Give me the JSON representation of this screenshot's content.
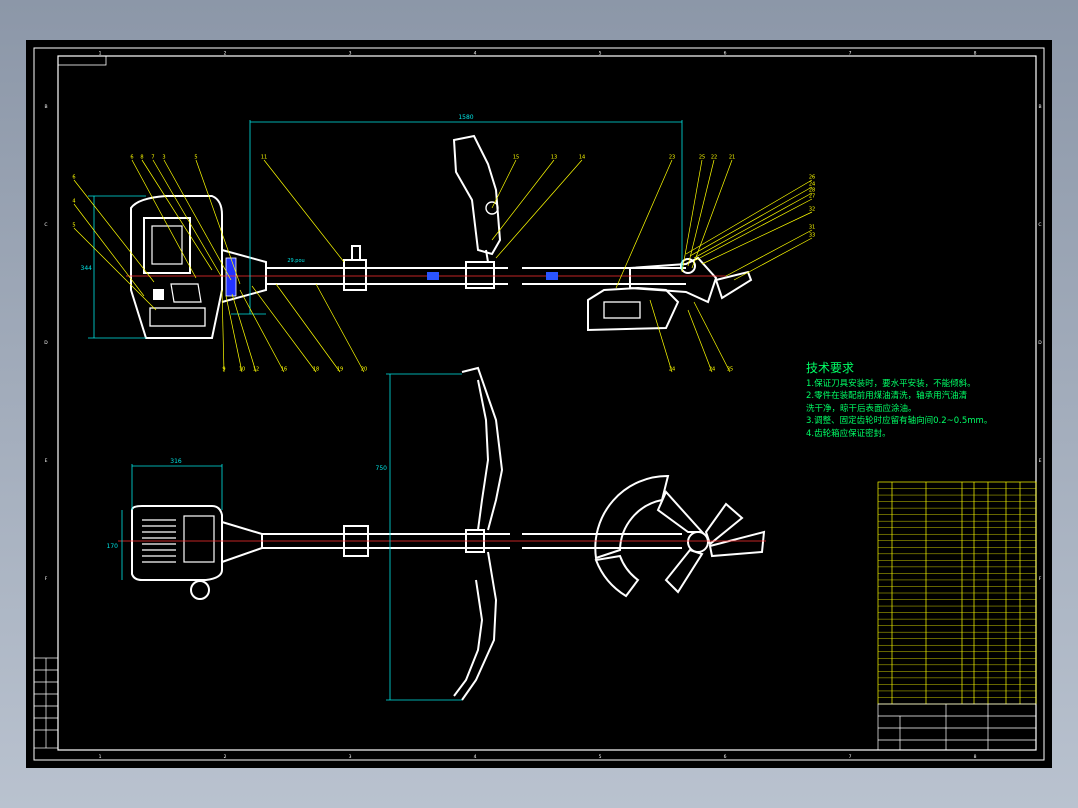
{
  "drawing": {
    "grid_top": [
      "1",
      "2",
      "3",
      "4",
      "5",
      "6",
      "7",
      "8"
    ],
    "grid_side": [
      "B",
      "C",
      "D",
      "E",
      "F"
    ],
    "dimensions": {
      "top_length": "1580",
      "left_height": "344",
      "small_dim": "29.pou",
      "bottom_width": "316",
      "bottom_height": "170",
      "handle_height": "750"
    },
    "balloons_top": [
      "6",
      "8",
      "7",
      "3",
      "5",
      "11",
      "15",
      "13",
      "14",
      "23",
      "25",
      "22",
      "21"
    ],
    "balloons_left": [
      "6",
      "4",
      "5"
    ],
    "balloons_bottom": [
      "9",
      "10",
      "12",
      "16",
      "18",
      "19",
      "20",
      "24",
      "24",
      "35"
    ],
    "balloons_right": [
      "26",
      "24",
      "28",
      "27",
      "32",
      "31",
      "33"
    ]
  },
  "tech_requirements": {
    "title": "技术要求",
    "lines": [
      "1.保证刀具安装时，要水平安装，不能倾斜。",
      "2.零件在装配前用煤油清洗，轴承用汽油清",
      "洗干净，晾干后表面应涂油。",
      "3.调整、固定齿轮时应留有轴向间0.2~0.5mm。",
      "4.齿轮箱应保证密封。"
    ]
  },
  "colors": {
    "background": "#000000",
    "frame": "#ffffff",
    "leaders": "#ffff00",
    "dimensions": "#00ffff",
    "centerline": "#ff3030",
    "text": "#00ff66"
  }
}
